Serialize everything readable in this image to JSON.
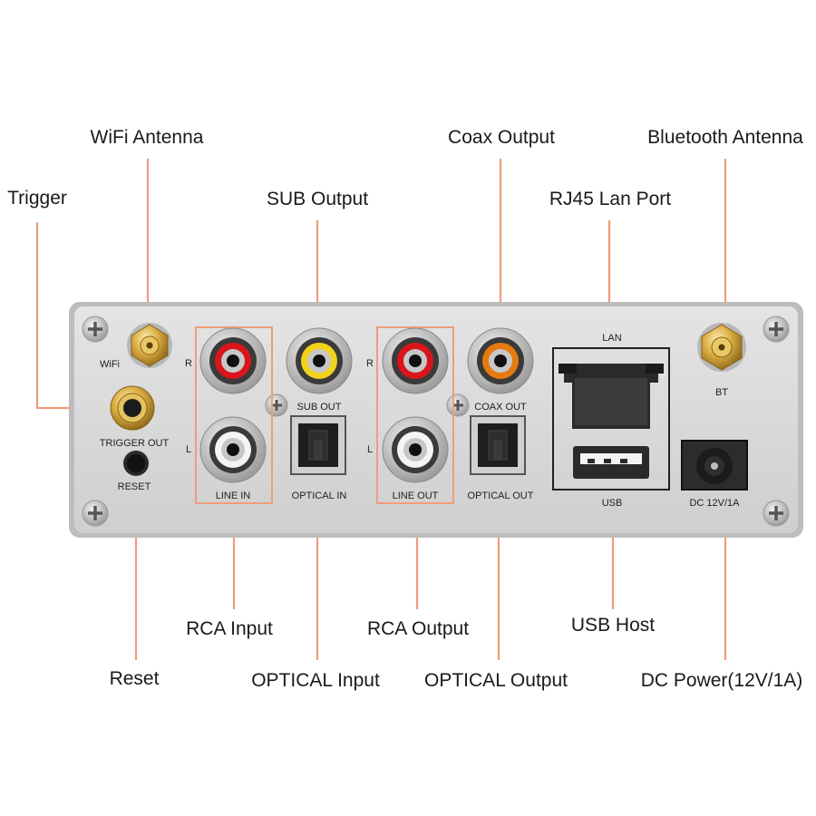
{
  "callouts": {
    "wifi_antenna": "WiFi Antenna",
    "trigger": "Trigger",
    "sub_output": "SUB Output",
    "coax_output": "Coax Output",
    "rj45_lan_port": "RJ45 Lan Port",
    "bluetooth_antenna": "Bluetooth Antenna",
    "rca_input": "RCA Input",
    "reset": "Reset",
    "optical_input": "OPTICAL Input",
    "rca_output": "RCA Output",
    "optical_output": "OPTICAL Output",
    "usb_host": "USB Host",
    "dc_power": "DC Power(12V/1A)"
  },
  "panel_labels": {
    "wifi": "WiFi",
    "r_in": "R",
    "l_in": "L",
    "r_out": "R",
    "l_out": "L",
    "trigger_out": "TRIGGER OUT",
    "reset": "RESET",
    "line_in": "LINE IN",
    "sub_out": "SUB OUT",
    "optical_in": "OPTICAL IN",
    "line_out": "LINE OUT",
    "coax_out": "COAX OUT",
    "optical_out": "OPTICAL OUT",
    "lan": "LAN",
    "usb": "USB",
    "bt": "BT",
    "dc": "DC 12V/1A"
  },
  "colors": {
    "leader_line": "#ef9d7a",
    "panel": "#d8d8d8",
    "rca_red": "#d9151b",
    "rca_yellow": "#f1d21c",
    "rca_orange": "#e57a10",
    "rca_white": "#f4f4f4",
    "gold": "#d7a83c"
  },
  "icons": [
    "screw-icon",
    "antenna-connector-icon",
    "rca-jack-icon",
    "optical-port-icon",
    "rj45-port-icon",
    "usb-port-icon",
    "dc-jack-icon"
  ]
}
